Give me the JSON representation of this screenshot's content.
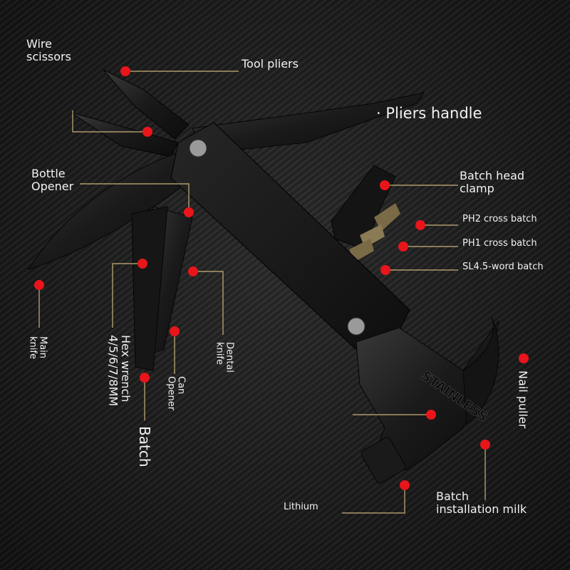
{
  "labels": {
    "wire_scissors": "Wire\nscissors",
    "tool_pliers": "Tool pliers",
    "pliers_handle": "· Pliers handle",
    "bottle_opener": "Bottle\nOpener",
    "batch_head_clamp": "Batch head\nclamp",
    "ph2": "PH2 cross batch",
    "ph1": "PH1 cross batch",
    "sl45": "SL4.5-word batch",
    "main_knife": "Main\nknife",
    "hex_wrench": "Hex wrench\n4/5/6/7/8MM",
    "dental_knife": "Dental\nknife",
    "can_opener": "Can\nOpener",
    "batch": "Batch",
    "nail_puller": "Nail puller",
    "lithium": "Lithium",
    "batch_install": "Batch\ninstallation milk"
  },
  "engraving": "STAINLESS",
  "colors": {
    "marker": "#e8151b",
    "line": "#c9b27a",
    "text": "#f2f2f2",
    "tool": "#141414"
  }
}
